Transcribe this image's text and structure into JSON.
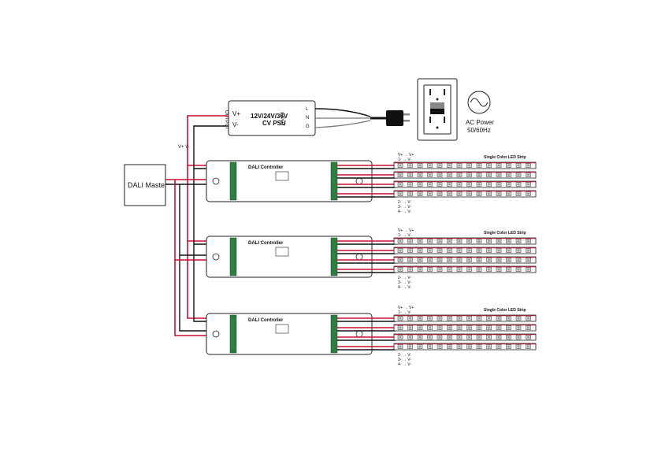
{
  "psu": {
    "line1": "12V/24V/36V",
    "line2": "CV PSU",
    "output_label": "OUTPUT",
    "input_label": "INPUT",
    "vplus": "V+",
    "vminus": "V-",
    "l": "L",
    "n": "N",
    "g": "G"
  },
  "bus_label": "V+ V-",
  "dali_master": "DALI Master",
  "ac_power": {
    "line1": "AC Power",
    "line2": "50/60Hz"
  },
  "controllers": [
    {
      "title": "DALI Controller",
      "strip_label": "Single Color LED Strip",
      "wire_labels": [
        "V+ → V+",
        "1- → V-",
        "2- → V-",
        "3- → V-",
        "4- → V-"
      ]
    },
    {
      "title": "DALI Controller",
      "strip_label": "Single Color LED Strip",
      "wire_labels": [
        "V+ → V+",
        "1- → V-",
        "2- → V-",
        "3- → V-",
        "4- → V-"
      ]
    },
    {
      "title": "DALI Controller",
      "strip_label": "Single Color LED Strip",
      "wire_labels": [
        "V+ → V+",
        "1- → V-",
        "2- → V-",
        "3- → V-",
        "4- → V-"
      ]
    }
  ],
  "colors": {
    "wire_red": "#c8102e",
    "wire_black": "#111111",
    "terminal_green": "#2e7d43"
  }
}
